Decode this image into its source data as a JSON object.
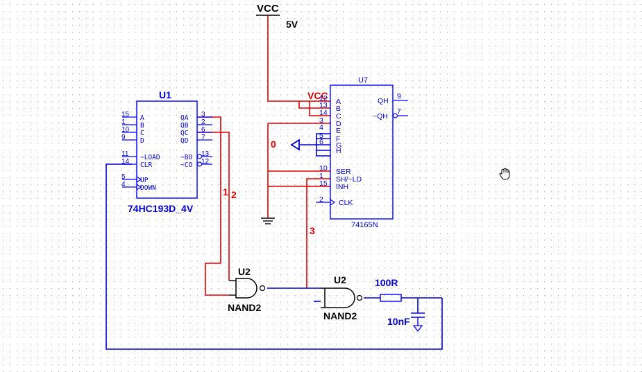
{
  "colors": {
    "wire_red": "#e00000",
    "wire_blue": "#0000cc",
    "part_blue": "#0000ff",
    "label_blue": "#0000cc",
    "ink": "#000000",
    "grid_dot": "#b4b4b4"
  },
  "power": {
    "vcc_label": "VCC",
    "vcc_value": "5V",
    "vcc_pin_label": "VCC"
  },
  "u1": {
    "ref": "U1",
    "part": "74HC193D_4V",
    "left_pins": [
      {
        "num": "15",
        "name": "A"
      },
      {
        "num": "1",
        "name": "B"
      },
      {
        "num": "10",
        "name": "C"
      },
      {
        "num": "9",
        "name": "D"
      },
      {
        "num": "11",
        "name": "~LOAD"
      },
      {
        "num": "14",
        "name": "CLR"
      },
      {
        "num": "5",
        "name": "UP"
      },
      {
        "num": "4",
        "name": "DOWN"
      }
    ],
    "right_pins": [
      {
        "num": "3",
        "name": "QA"
      },
      {
        "num": "2",
        "name": "QB"
      },
      {
        "num": "6",
        "name": "QC"
      },
      {
        "num": "7",
        "name": "QD"
      },
      {
        "num": "13",
        "name": "~BO"
      },
      {
        "num": "12",
        "name": "~CO"
      }
    ]
  },
  "u7": {
    "ref": "U7",
    "part": "74165N",
    "left_pins": [
      {
        "num": "12",
        "name": "A"
      },
      {
        "num": "13",
        "name": "B"
      },
      {
        "num": "14",
        "name": "C"
      },
      {
        "num": "3",
        "name": "D"
      },
      {
        "num": "4",
        "name": "E"
      },
      {
        "num": "5",
        "name": "F"
      },
      {
        "num": "6",
        "name": "G"
      },
      {
        "num": "",
        "name": "H"
      },
      {
        "num": "10",
        "name": "SER"
      },
      {
        "num": "1",
        "name": "SH/~LD"
      },
      {
        "num": "15",
        "name": "INH"
      },
      {
        "num": "2",
        "name": "CLK"
      }
    ],
    "right_pins": [
      {
        "num": "9",
        "name": "QH"
      },
      {
        "num": "7",
        "name": "~QH"
      }
    ]
  },
  "gate1": {
    "ref": "U2",
    "type": "NAND2"
  },
  "gate2": {
    "ref": "U2",
    "type": "NAND2"
  },
  "resistor": {
    "value": "100R"
  },
  "capacitor": {
    "value": "10nF"
  },
  "nets": {
    "n0": "0",
    "n1": "1",
    "n2": "2",
    "n3": "3"
  }
}
